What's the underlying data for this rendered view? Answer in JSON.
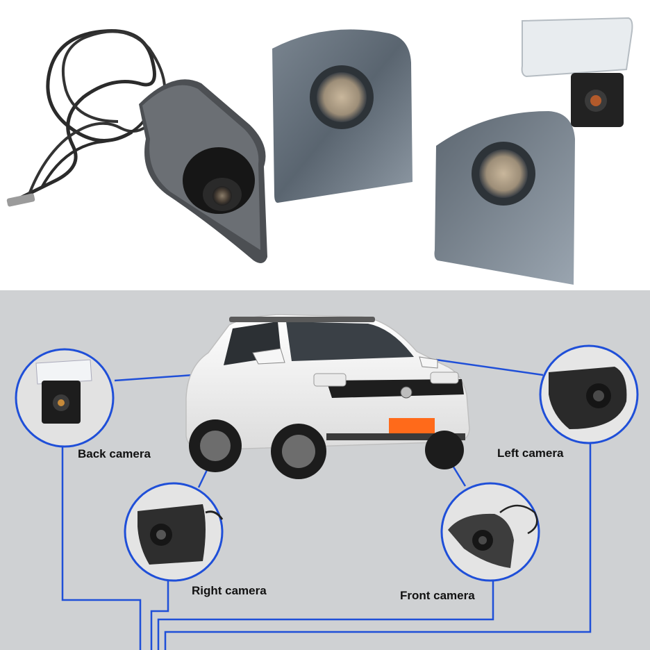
{
  "labels": {
    "back": "Back camera",
    "right": "Right camera",
    "front": "Front camera",
    "left": "Left camera"
  },
  "colors": {
    "connector_line": "#1f4fd8",
    "bottom_background": "#cfd1d3",
    "car_body": "#f4f4f4",
    "camera_body": "#1c1c1c",
    "bracket_metal": "#5e6a76",
    "plate": "#ff6a1a"
  },
  "icons": {
    "product_cable_camera": "front-camera-with-cable-icon",
    "product_mount_a": "camera-mount-bracket-icon",
    "product_mount_b": "camera-mount-bracket-icon",
    "product_back_camera": "license-plate-camera-icon",
    "car": "suv-car-icon"
  }
}
